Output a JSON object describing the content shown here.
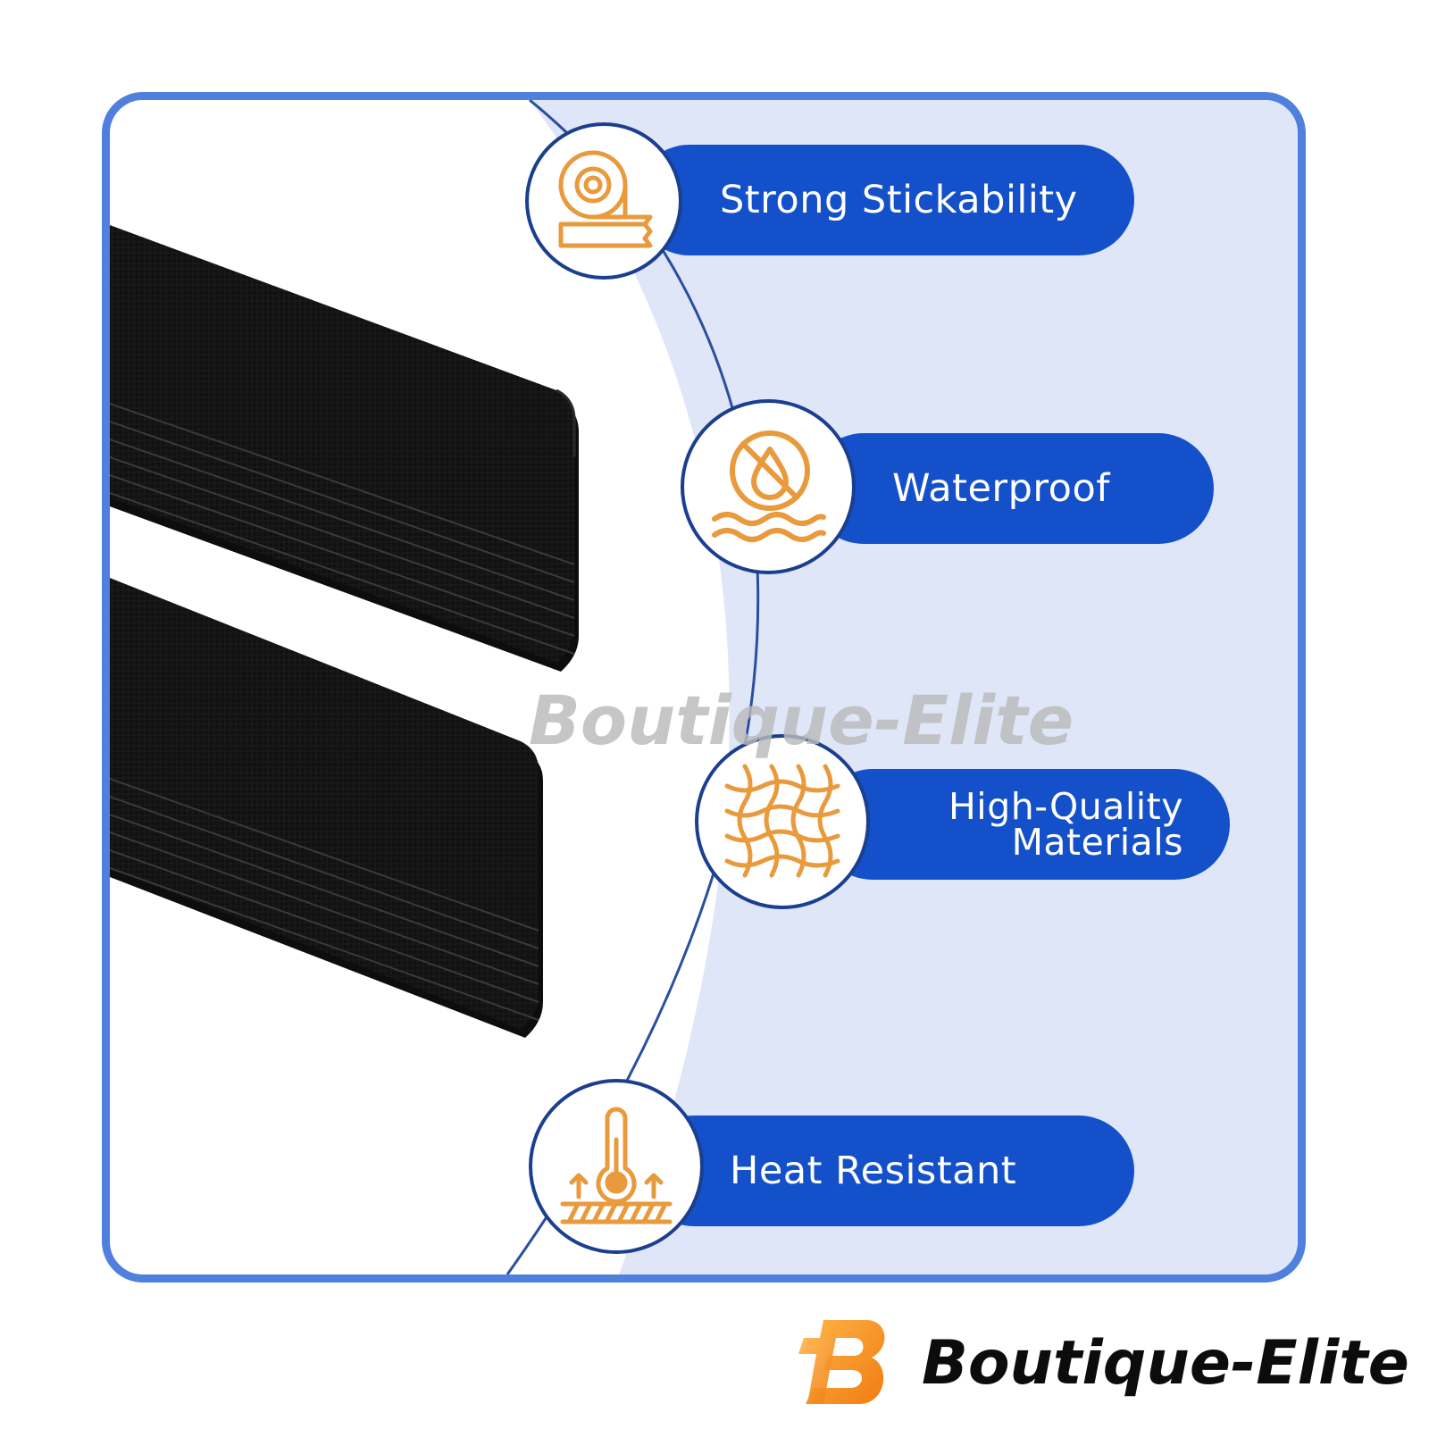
{
  "features": [
    {
      "label": "Strong Stickability",
      "icon": "tape-roll-icon"
    },
    {
      "label": "Waterproof",
      "icon": "waterproof-icon"
    },
    {
      "label": "High-Quality",
      "label_line2": "Materials",
      "icon": "woven-fabric-icon"
    },
    {
      "label": "Heat Resistant",
      "icon": "thermometer-heat-icon"
    }
  ],
  "watermark": "Boutique-Elite",
  "brand": {
    "name": "Boutique-Elite",
    "logo_letter": "B"
  },
  "colors": {
    "frame": "#4f80de",
    "pill": "#1450c9",
    "panel": "#dfe6f8",
    "icon": "#e89a3c",
    "product": "#0f0f0f"
  }
}
